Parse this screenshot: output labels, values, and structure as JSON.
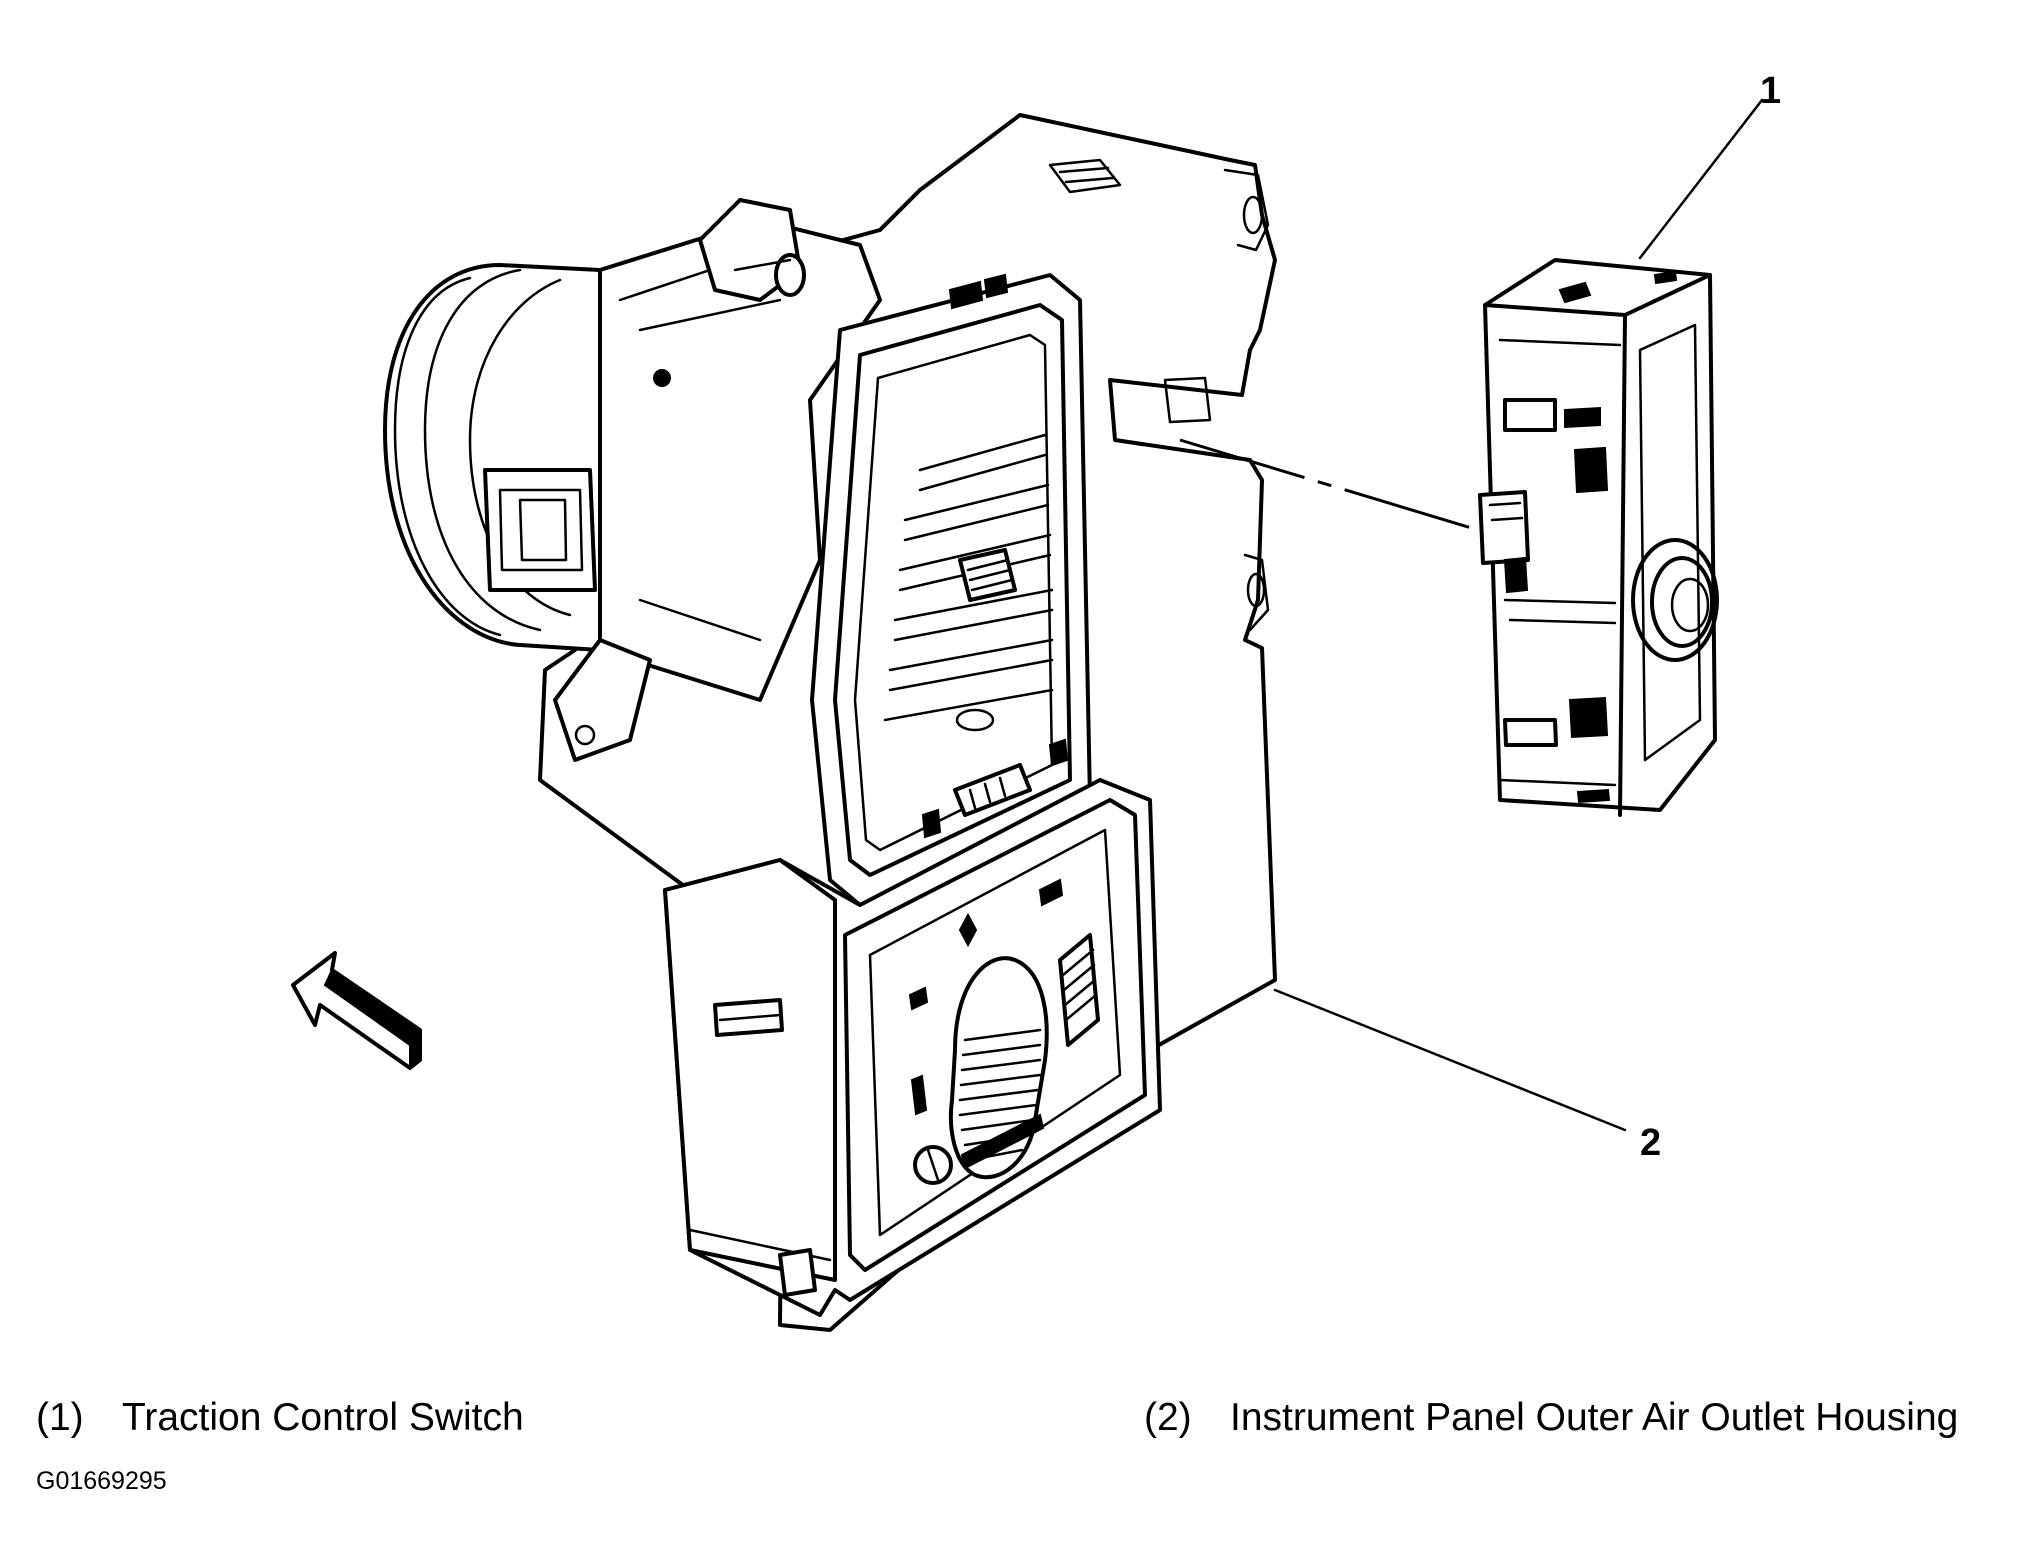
{
  "callouts": [
    {
      "number": "1",
      "caption_number": "(1)",
      "caption": "Traction Control Switch"
    },
    {
      "number": "2",
      "caption_number": "(2)",
      "caption": "Instrument Panel Outer Air Outlet Housing"
    }
  ],
  "figure_id": "G01669295",
  "icons": [
    "direction-arrow-icon"
  ]
}
